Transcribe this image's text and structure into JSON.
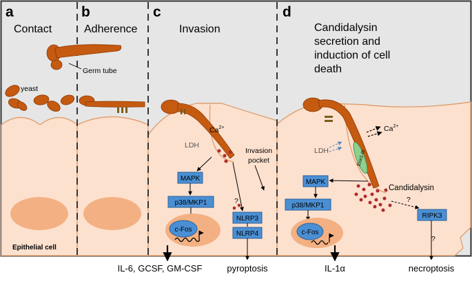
{
  "panels": [
    {
      "letter": "a",
      "title": "Contact"
    },
    {
      "letter": "b",
      "title": "Adherence"
    },
    {
      "letter": "c",
      "title": "Invasion"
    },
    {
      "letter": "d",
      "title_lines": [
        "Candidalysin",
        "secretion and",
        "induction of cell",
        "death"
      ]
    }
  ],
  "labels": {
    "yeast": "yeast",
    "germ_tube": "Germ tube",
    "epithelial_cell": "Epithelial cell",
    "ldh_c": "LDH",
    "ca_c_base": "Ca",
    "ca_c_sup": "2+",
    "invasion_pocket_l1": "Invasion",
    "invasion_pocket_l2": "pocket",
    "question_c": "?",
    "ldh_d": "LDH",
    "ca_d_base": "Ca",
    "ca_d_sup": "2+",
    "ece1": "Ece1-III",
    "candidalysin": "Candidalysin",
    "question_d1": "?",
    "question_d2": "?"
  },
  "boxes": {
    "mapk_c": "MAPK",
    "p38_c": "p38/MKP1",
    "cfos_c": "c-Fos",
    "nlrp3": "NLRP3",
    "nlrp4": "NLRP4",
    "mapk_d": "MAPK",
    "p38_d": "p38/MKP1",
    "cfos_d": "c-Fos",
    "ripk3": "RIPK3"
  },
  "outcomes": {
    "cytokines_c": "IL-6, GCSF, GM-CSF",
    "pyroptosis": "pyroptosis",
    "il1a": "IL-1α",
    "necroptosis": "necroptosis"
  },
  "colors": {
    "background": "#e6e6e6",
    "cell_fill": "#fde1cf",
    "cell_stroke": "#e0a070",
    "fungus": "#c55a11",
    "fungus_dark": "#8b3a06",
    "nucleus": "#f3b183",
    "box": "#4a8fd4",
    "box_stroke": "#2c5f97",
    "ece1": "#8fd08f",
    "dots": "#b02a2a"
  }
}
